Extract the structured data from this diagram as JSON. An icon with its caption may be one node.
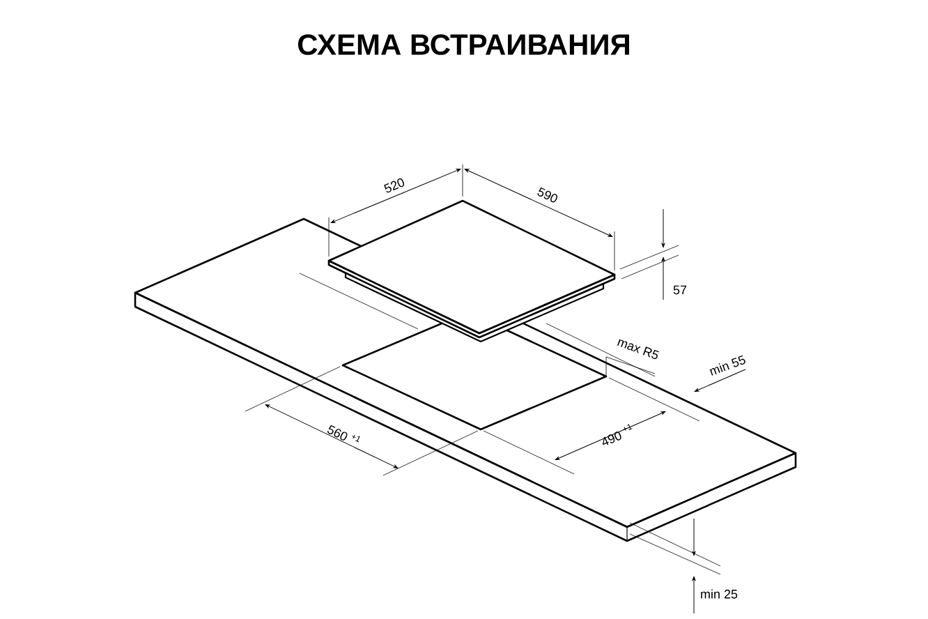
{
  "diagram": {
    "title": "СХЕМА ВСТРАИВАНИЯ",
    "labels": [
      "520",
      "590",
      "57",
      "max R5",
      "min 55",
      "560 $^{+1}$",
      "490 $^{+1}$",
      "min 25"
    ]
  }
}
